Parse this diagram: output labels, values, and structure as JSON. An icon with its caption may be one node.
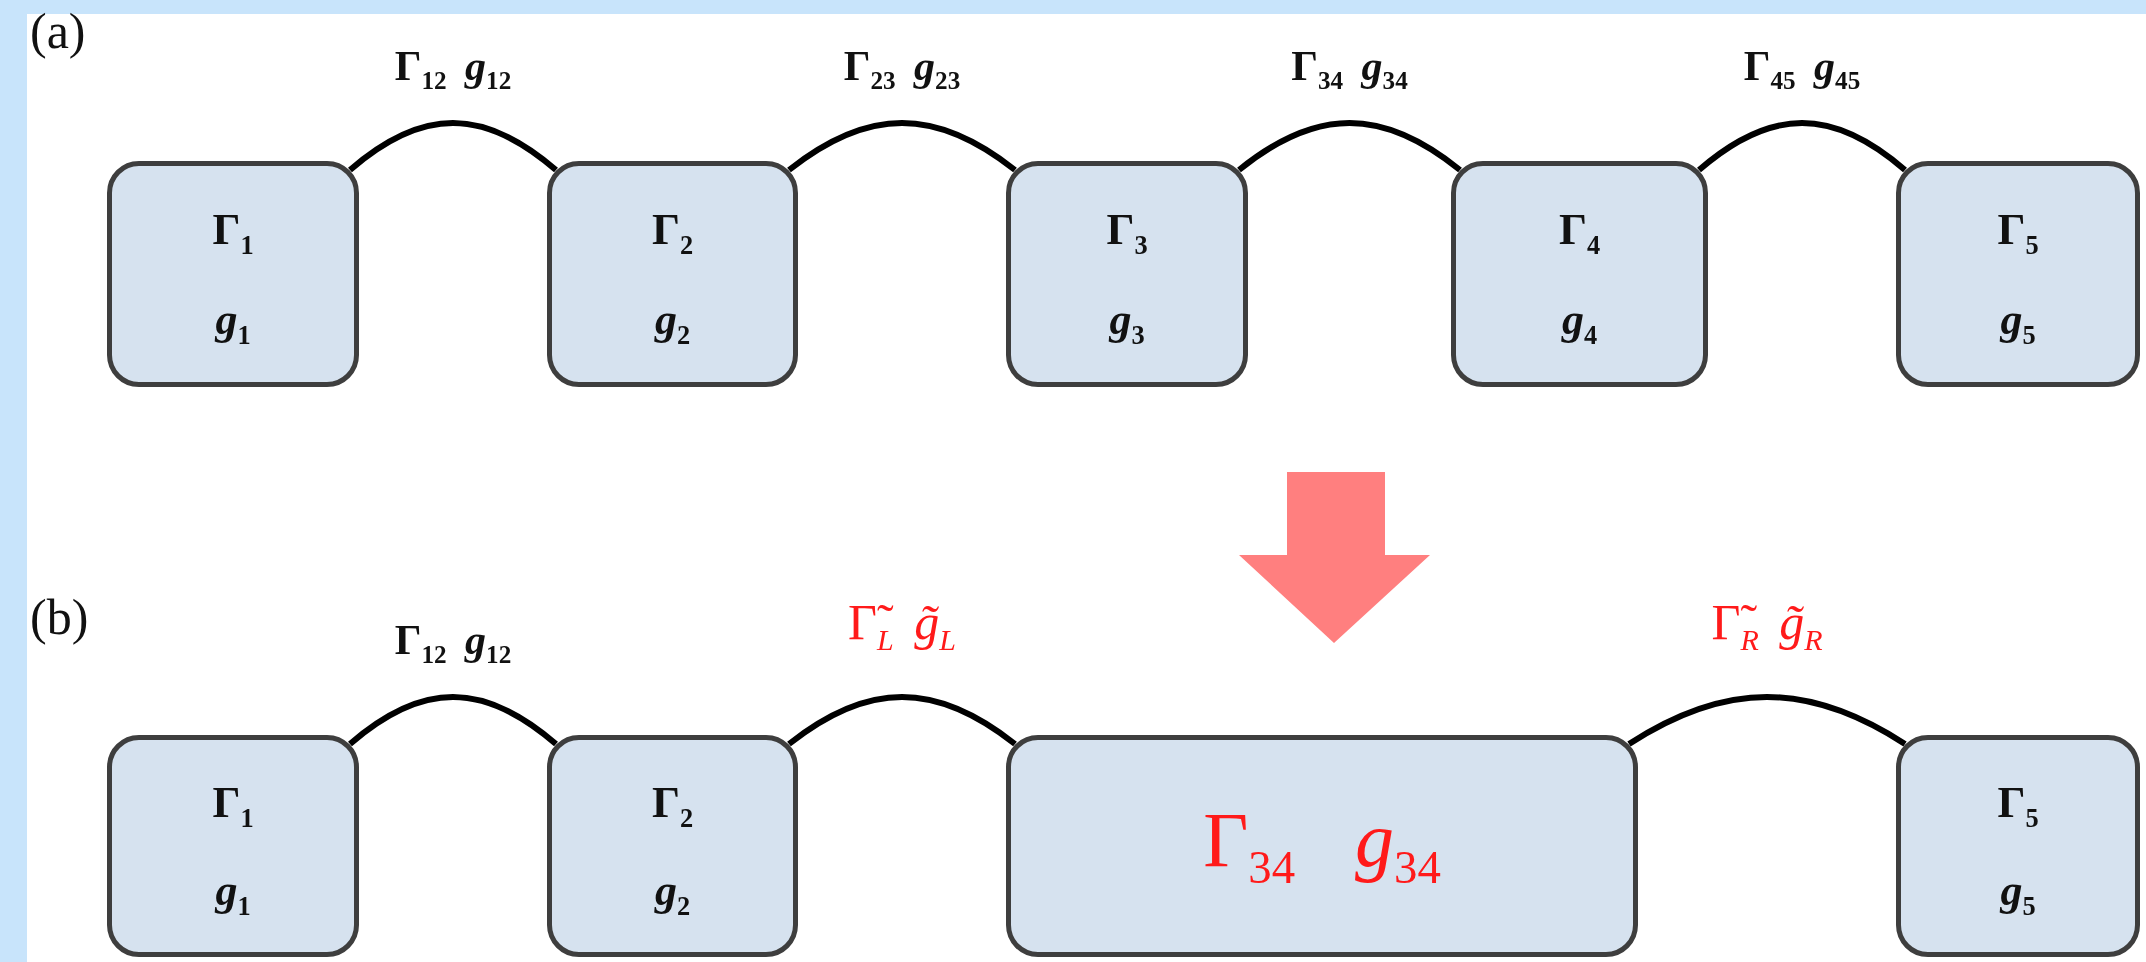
{
  "diagram": {
    "nodes": [
      {
        "text": [
          "Γ$_{1}$",
          "*g*$_{1}$"
        ]
      },
      {
        "text": [
          "Γ$_{2}$",
          "*g*$_{2}$"
        ]
      },
      {
        "text": [
          "Γ$_{3}$",
          "*g*$_{3}$"
        ]
      },
      {
        "text": [
          "Γ$_{4}$",
          "*g*$_{4}$"
        ]
      },
      {
        "text": [
          "Γ$_{5}$",
          "*g*$_{5}$"
        ]
      },
      {
        "text": [
          "Γ$_{1}$",
          "*g*$_{1}$"
        ]
      },
      {
        "text": [
          "Γ$_{2}$",
          "*g*$_{2}$"
        ]
      },
      {
        "text": [
          "Γ$_{34}$",
          "*g*$_{34}$"
        ]
      },
      {
        "text": [
          "Γ$_{5}$",
          "*g*$_{5}$"
        ]
      }
    ],
    "edges": [
      {
        "from": 0,
        "to": 1,
        "arrow": "none",
        "label": "Γ$_{12}$ *g*$_{12}$"
      },
      {
        "from": 1,
        "to": 2,
        "arrow": "none",
        "label": "Γ$_{23}$ *g*$_{23}$"
      },
      {
        "from": 2,
        "to": 3,
        "arrow": "none",
        "label": "Γ$_{34}$ *g*$_{34}$"
      },
      {
        "from": 3,
        "to": 4,
        "arrow": "none",
        "label": "Γ$_{45}$ *g*$_{45}$"
      },
      {
        "from": 5,
        "to": 6,
        "arrow": "none",
        "label": "Γ$_{12}$ *g*$_{12}$"
      },
      {
        "from": 6,
        "to": 7,
        "arrow": "none",
        "label": "Γ̃$_{L}$ *g̃*$_{L}$"
      },
      {
        "from": 7,
        "to": 8,
        "arrow": "none",
        "label": "Γ̃$_{R}$ *g̃*$_{R}$"
      }
    ],
    "labels": [
      "(a)",
      "(b)"
    ]
  }
}
